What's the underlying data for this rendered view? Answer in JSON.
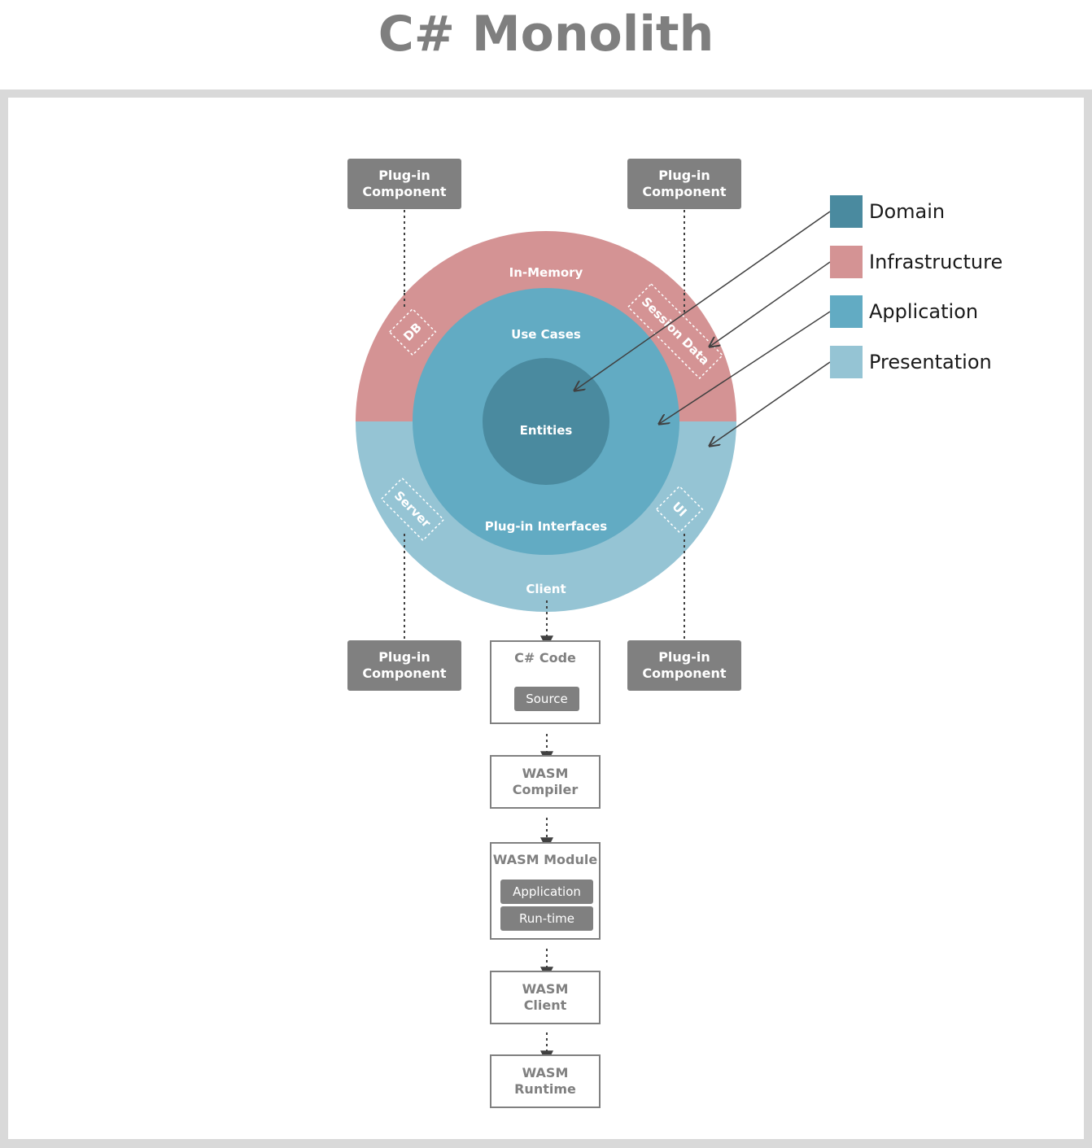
{
  "title": "C# Monolith",
  "colors": {
    "domain": "#4a8a9f",
    "infrastructure": "#d49394",
    "application": "#62abc3",
    "presentation": "#95c4d4",
    "gray": "#808080"
  },
  "legend": [
    {
      "label": "Domain",
      "color": "#4a8a9f"
    },
    {
      "label": "Infrastructure",
      "color": "#d49394"
    },
    {
      "label": "Application",
      "color": "#62abc3"
    },
    {
      "label": "Presentation",
      "color": "#95c4d4"
    }
  ],
  "rings": {
    "infrastructure_label": "In-Memory",
    "presentation_label": "Client",
    "application_top_label": "Use Cases",
    "application_bottom_label": "Plug-in Interfaces",
    "domain_label": "Entities"
  },
  "adapters": {
    "db": "DB",
    "session": "Session Data",
    "server": "Server",
    "ui": "UI"
  },
  "plugins": {
    "top_left": [
      "Plug-in",
      "Component"
    ],
    "top_right": [
      "Plug-in",
      "Component"
    ],
    "bottom_left": [
      "Plug-in",
      "Component"
    ],
    "bottom_right": [
      "Plug-in",
      "Component"
    ]
  },
  "pipeline": {
    "code": {
      "title": "C# Code",
      "chip": "Source"
    },
    "compiler": [
      "WASM",
      "Compiler"
    ],
    "module": {
      "title": "WASM Module",
      "chips": [
        "Application",
        "Run-time"
      ]
    },
    "client": [
      "WASM",
      "Client"
    ],
    "runtime": [
      "WASM",
      "Runtime"
    ]
  }
}
